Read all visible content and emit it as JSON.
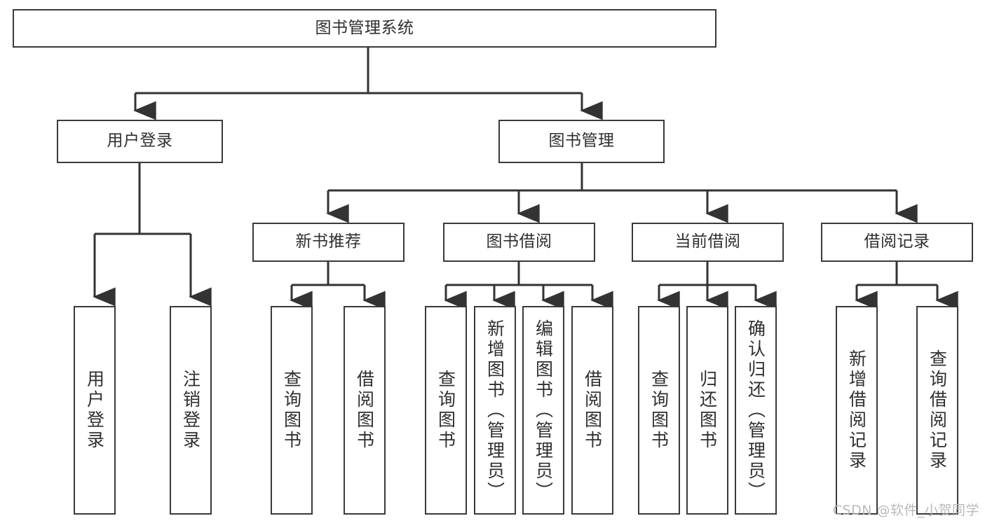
{
  "diagram": {
    "title": "图书管理系统",
    "type": "tree-diagram",
    "root": {
      "id": "root",
      "label": "图书管理系统"
    },
    "level2": [
      {
        "id": "user-login",
        "label": "用户登录"
      },
      {
        "id": "book-management",
        "label": "图书管理"
      }
    ],
    "level3": [
      {
        "id": "new-book-recommend",
        "label": "新书推荐"
      },
      {
        "id": "book-borrow",
        "label": "图书借阅"
      },
      {
        "id": "current-borrow",
        "label": "当前借阅"
      },
      {
        "id": "borrow-record",
        "label": "借阅记录"
      }
    ],
    "leaves": [
      {
        "id": "leaf-user-login",
        "label": "用户登录",
        "parent": "user-login"
      },
      {
        "id": "leaf-logout-login",
        "label": "注销登录",
        "parent": "user-login"
      },
      {
        "id": "leaf-query-book-1",
        "label": "查询图书",
        "parent": "new-book-recommend"
      },
      {
        "id": "leaf-borrow-book-1",
        "label": "借阅图书",
        "parent": "new-book-recommend"
      },
      {
        "id": "leaf-query-book-2",
        "label": "查询图书",
        "parent": "book-borrow"
      },
      {
        "id": "leaf-add-book",
        "label": "新增图书（管理员）",
        "parent": "book-borrow"
      },
      {
        "id": "leaf-edit-book",
        "label": "编辑图书（管理员）",
        "parent": "book-borrow"
      },
      {
        "id": "leaf-borrow-book-2",
        "label": "借阅图书",
        "parent": "book-borrow"
      },
      {
        "id": "leaf-query-book-3",
        "label": "查询图书",
        "parent": "current-borrow"
      },
      {
        "id": "leaf-return-book",
        "label": "归还图书",
        "parent": "current-borrow"
      },
      {
        "id": "leaf-confirm-return",
        "label": "确认归还（管理员）",
        "parent": "current-borrow"
      },
      {
        "id": "leaf-add-record",
        "label": "新增借阅记录",
        "parent": "borrow-record"
      },
      {
        "id": "leaf-query-record",
        "label": "查询借阅记录",
        "parent": "borrow-record"
      }
    ],
    "colors": {
      "box_border": "#3a3a3a",
      "box_fill": "#ffffff",
      "connector": "#333333",
      "text": "#2f2f2f",
      "background": "#ffffff",
      "watermark": "#b9b9b9"
    }
  },
  "watermark": {
    "text": "CSDN @软件_小贺同学"
  }
}
